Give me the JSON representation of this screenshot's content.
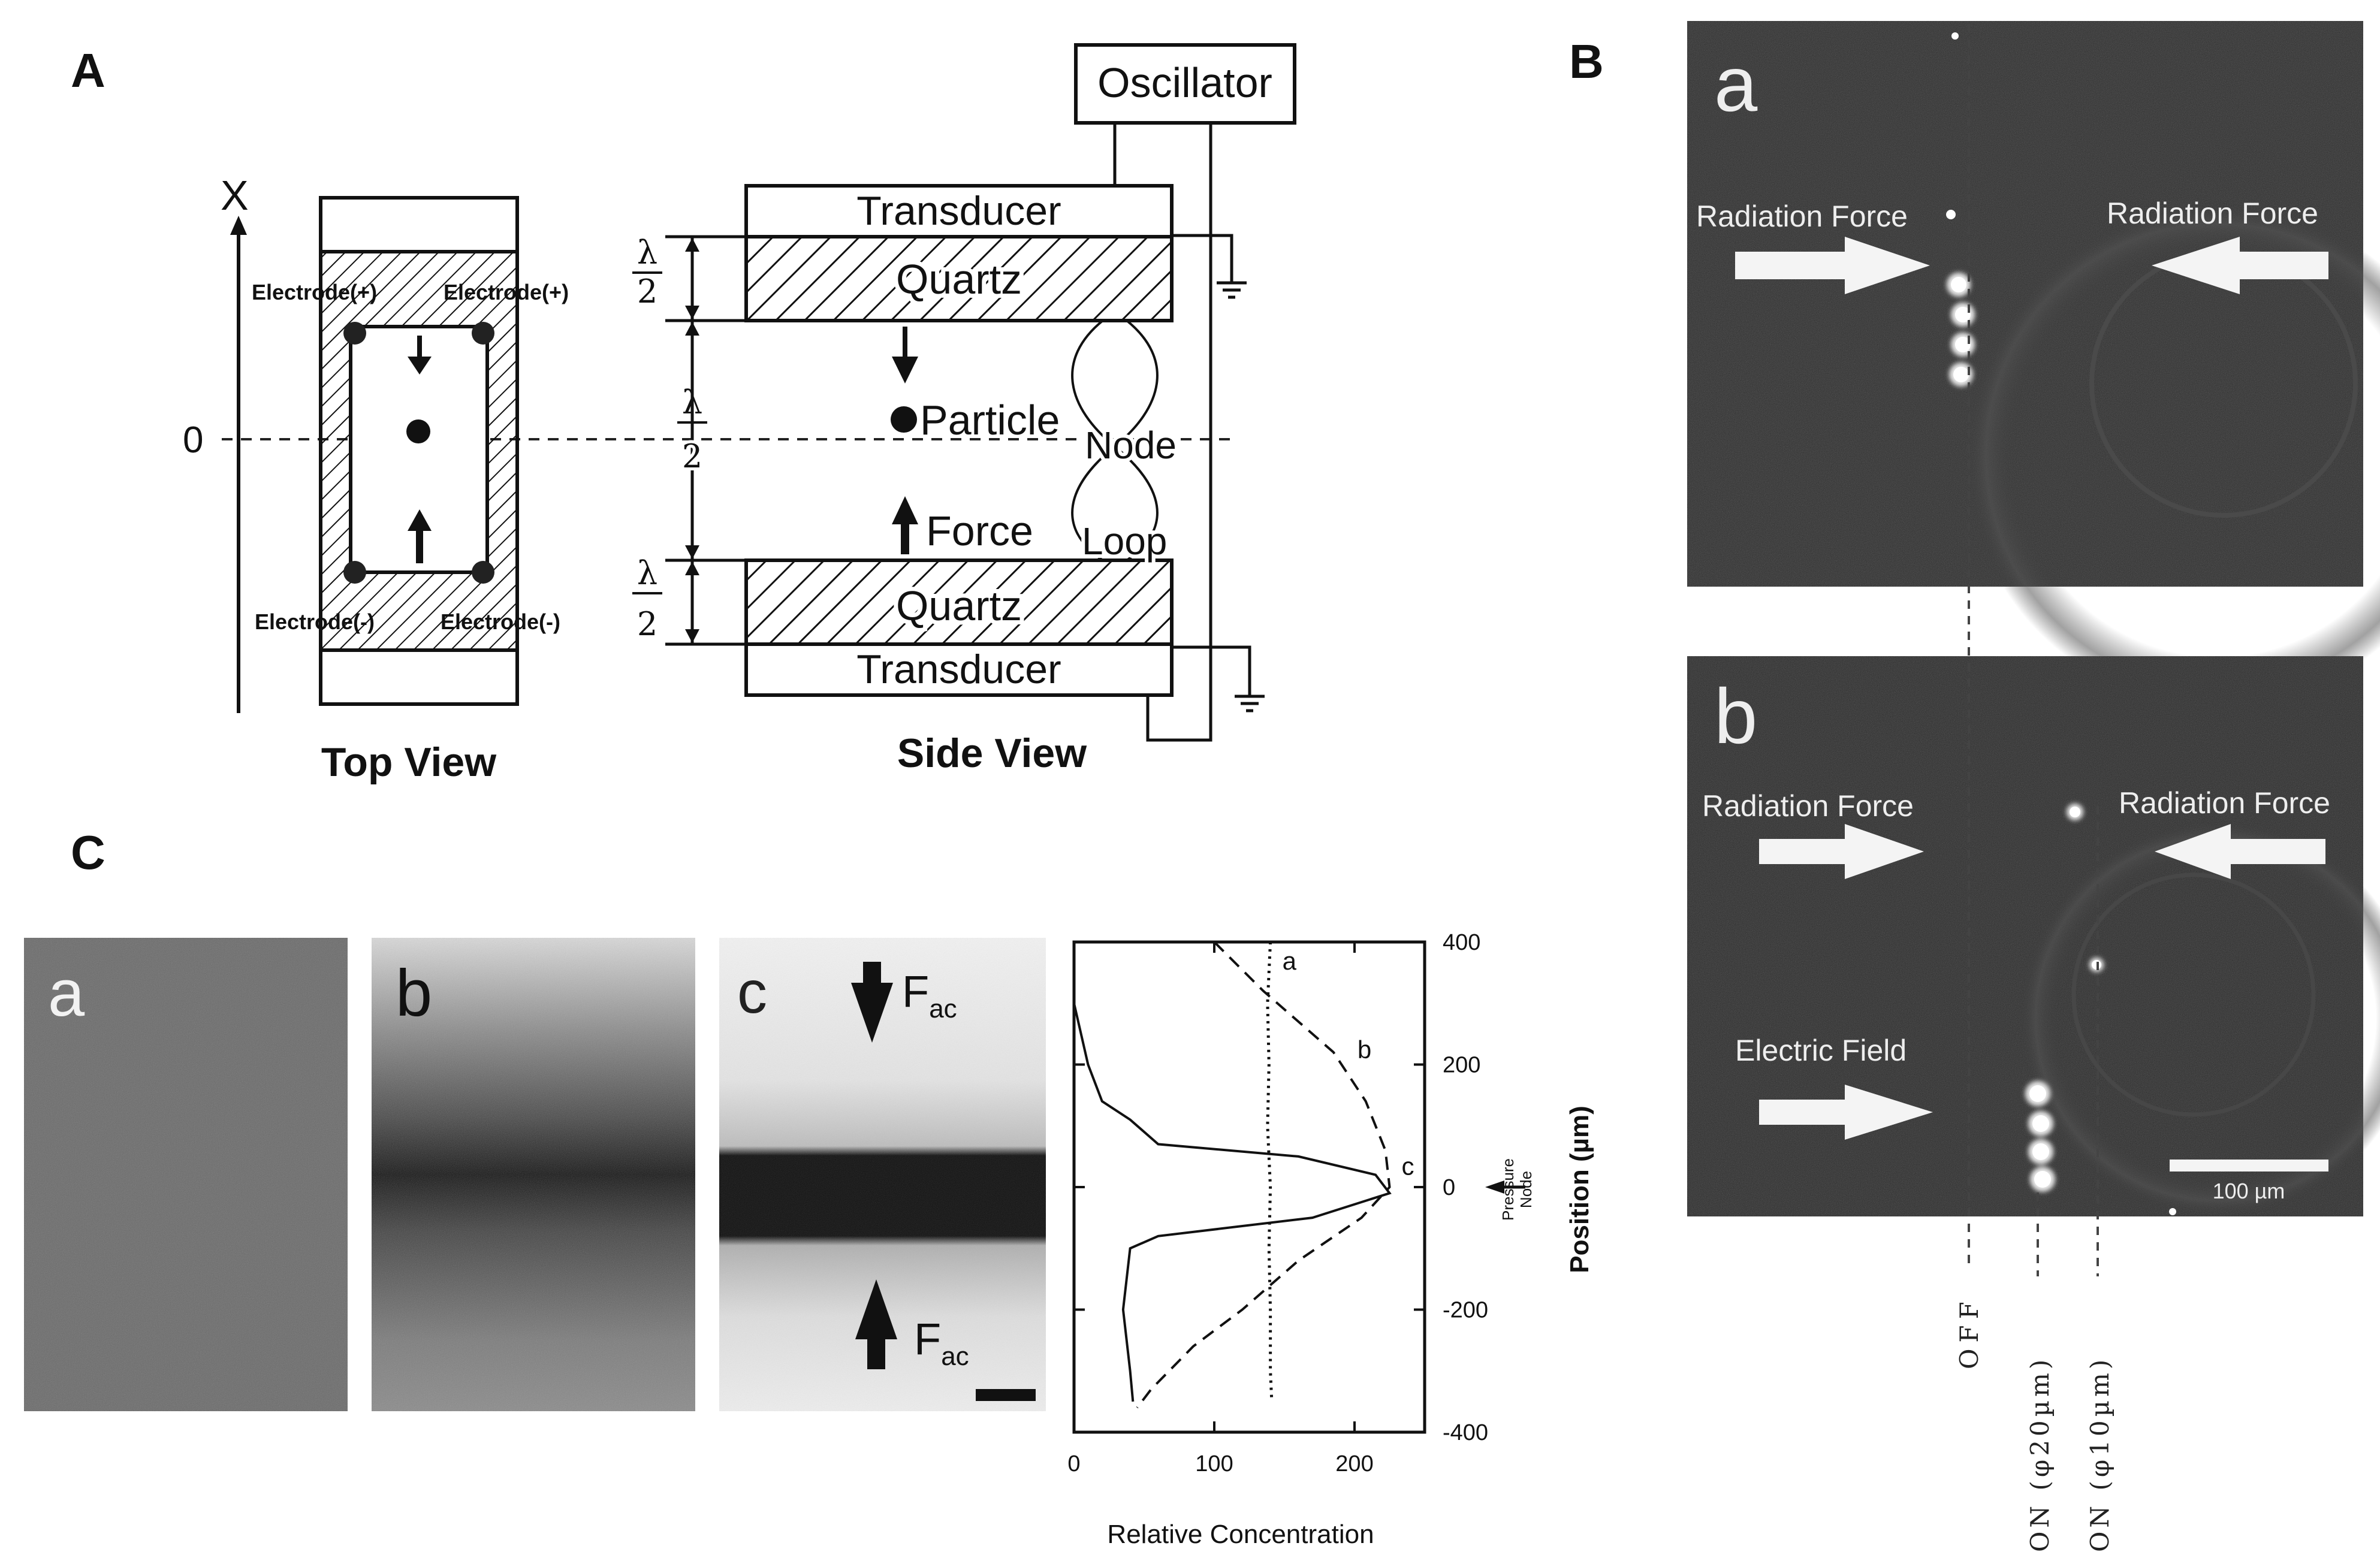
{
  "panel_labels": {
    "A": "A",
    "B": "B",
    "C": "C"
  },
  "panel_A": {
    "axis_x": "X",
    "axis_zero": "0",
    "electrodes": [
      "Electrode(+)",
      "Electrode(+)",
      "Electrode(-)",
      "Electrode(-)"
    ],
    "top_view_caption": "Top View",
    "side_view_caption": "Side View",
    "oscillator": "Oscillator",
    "transducer_top": "Transducer",
    "transducer_bottom": "Transducer",
    "quartz_top": "Quartz",
    "quartz_bottom": "Quartz",
    "lambda": "λ",
    "two": "2",
    "particle": "Particle",
    "node": "Node",
    "force": "Force",
    "loop": "Loop"
  },
  "panel_B": {
    "sub_a": "a",
    "sub_b": "b",
    "radiation_force": "Radiation Force",
    "electric_field": "Electric Field",
    "scale_bar": "100 µm",
    "label_off": "OFF",
    "label_on_20": "ON (φ20µm)",
    "label_on_10": "ON (φ10µm)"
  },
  "panel_C": {
    "sub_a": "a",
    "sub_b": "b",
    "sub_c": "c",
    "fac_symbol": "F",
    "fac_sub": "ac"
  },
  "chart_data": {
    "type": "line",
    "xlabel": "Relative Concentration",
    "ylabel": "Position (µm)",
    "node_annotation": [
      "Pressure",
      "Node"
    ],
    "xlim": [
      0,
      250
    ],
    "ylim": [
      -400,
      400
    ],
    "xticks": [
      0,
      100,
      200
    ],
    "yticks": [
      400,
      200,
      0,
      -200,
      -400
    ],
    "series": [
      {
        "name": "a",
        "style": "dotted",
        "points": [
          [
            140,
            400
          ],
          [
            138,
            300
          ],
          [
            139,
            200
          ],
          [
            138,
            100
          ],
          [
            140,
            0
          ],
          [
            139,
            -100
          ],
          [
            140,
            -200
          ],
          [
            140,
            -300
          ],
          [
            141,
            -350
          ]
        ]
      },
      {
        "name": "b",
        "style": "dashed",
        "points": [
          [
            100,
            400
          ],
          [
            135,
            320
          ],
          [
            185,
            220
          ],
          [
            208,
            140
          ],
          [
            222,
            60
          ],
          [
            225,
            0
          ],
          [
            205,
            -50
          ],
          [
            160,
            -120
          ],
          [
            120,
            -200
          ],
          [
            85,
            -260
          ],
          [
            55,
            -330
          ],
          [
            45,
            -360
          ]
        ]
      },
      {
        "name": "c",
        "style": "solid",
        "points": [
          [
            0,
            400
          ],
          [
            0,
            300
          ],
          [
            10,
            200
          ],
          [
            20,
            140
          ],
          [
            40,
            110
          ],
          [
            60,
            70
          ],
          [
            160,
            50
          ],
          [
            215,
            20
          ],
          [
            225,
            -10
          ],
          [
            170,
            -50
          ],
          [
            60,
            -80
          ],
          [
            40,
            -100
          ],
          [
            35,
            -200
          ],
          [
            40,
            -300
          ],
          [
            42,
            -350
          ]
        ]
      }
    ]
  }
}
